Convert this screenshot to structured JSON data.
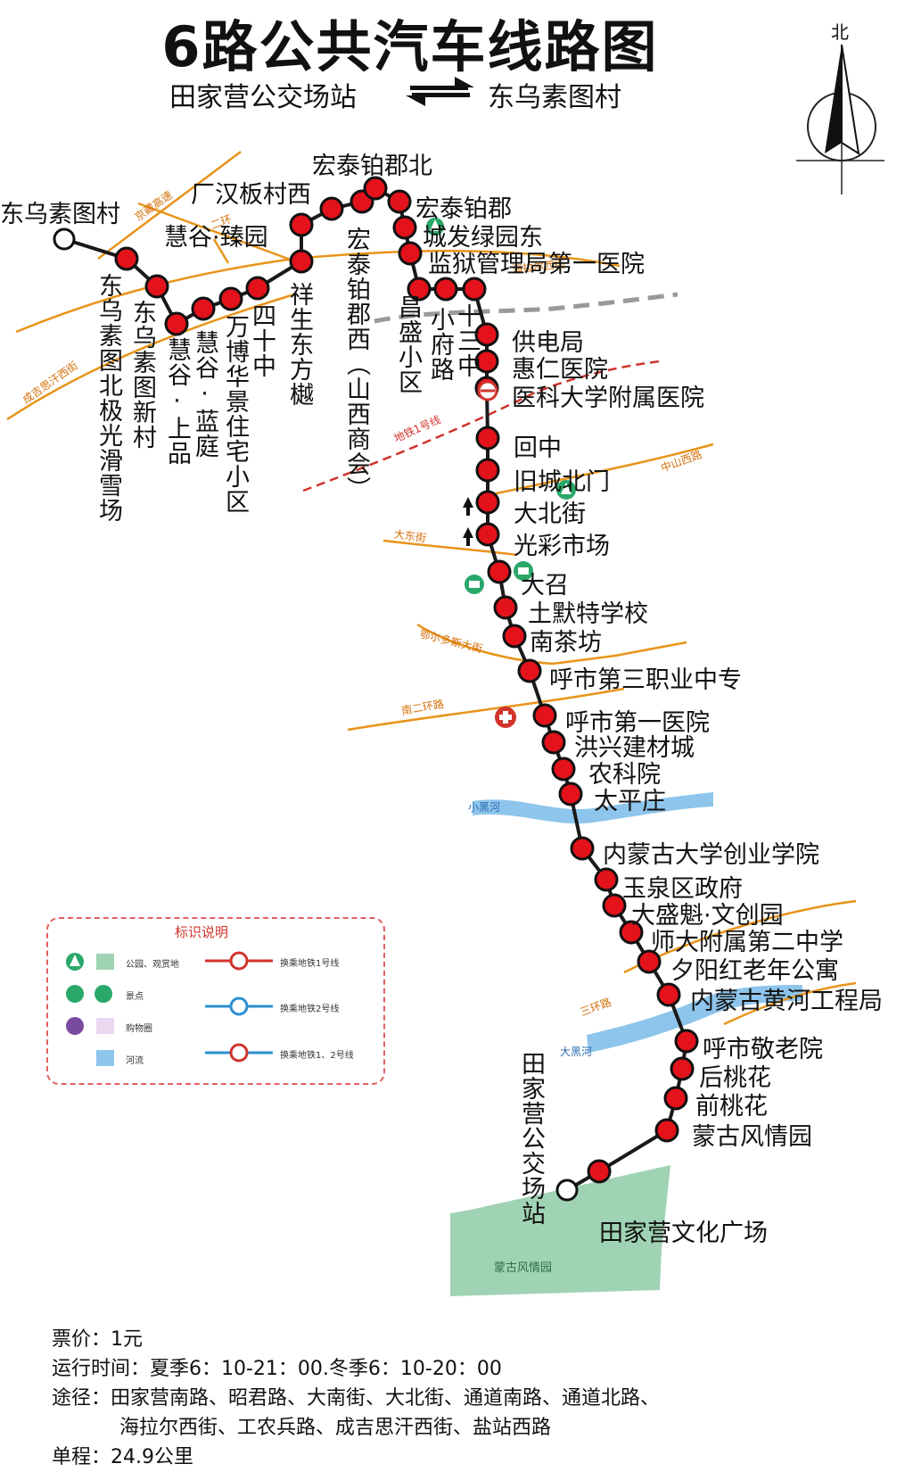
{
  "title": "6路公共汽车线路图",
  "terminal_a": "田家营公交场站",
  "terminal_b": "东乌素图村",
  "compass": "北",
  "colors": {
    "route": "#1a1a1a",
    "stop": "#e3121b",
    "road": "#e8941a",
    "river": "#8ec5ec",
    "park": "#9fd3b4",
    "metro1": "#d0342c"
  },
  "stops": [
    "东乌素图村",
    "东乌素图北极光滑雪场",
    "东乌素图新村",
    "慧谷·上品",
    "慧谷·蓝庭",
    "万博华景住宅小区",
    "四十中",
    "慧谷·臻园",
    "祥生东方樾",
    "厂汉板村西",
    "宏泰铂郡西（山西商会）",
    "宏泰铂郡北",
    "宏泰铂郡",
    "城发绿园东",
    "监狱管理局第一医院",
    "昌盛小区",
    "小府路",
    "十三中",
    "供电局",
    "惠仁医院",
    "医科大学附属医院",
    "回中",
    "旧城北门",
    "大北街",
    "光彩市场",
    "大召",
    "土默特学校",
    "南茶坊",
    "呼市第三职业中专",
    "呼市第一医院",
    "洪兴建材城",
    "农科院",
    "太平庄",
    "内蒙古大学创业学院",
    "玉泉区政府",
    "大盛魁·文创园",
    "师大附属第二中学",
    "夕阳红老年公寓",
    "内蒙古黄河工程局",
    "呼市敬老院",
    "后桃花",
    "前桃花",
    "蒙古风情园",
    "田家营文化广场",
    "田家营公交场站"
  ],
  "roads": [
    "京藏高速",
    "二环",
    "成吉思汗西街",
    "海拉尔西街",
    "地铁1号线",
    "中山西路",
    "大东街",
    "鄂尔多斯大街",
    "南二环路",
    "三环路"
  ],
  "rivers": [
    "小黑河",
    "大黑河"
  ],
  "park": "蒙古风情园",
  "legend": {
    "title": "标识说明",
    "items": [
      "公园、观赏地",
      "景点",
      "购物圈",
      "河流",
      "换乘地铁1号线",
      "换乘地铁2号线",
      "换乘地铁1、2号线"
    ]
  },
  "info": {
    "fare": "票价：1元",
    "hours": "运行时间：夏季6：10-21：00.冬季6：10-20：00",
    "via_1": "途径：田家营南路、昭君路、大南街、大北街、通道南路、通道北路、",
    "via_2": "海拉尔西街、工农兵路、成吉思汗西街、盐站西路",
    "length": "单程：24.9公里"
  }
}
